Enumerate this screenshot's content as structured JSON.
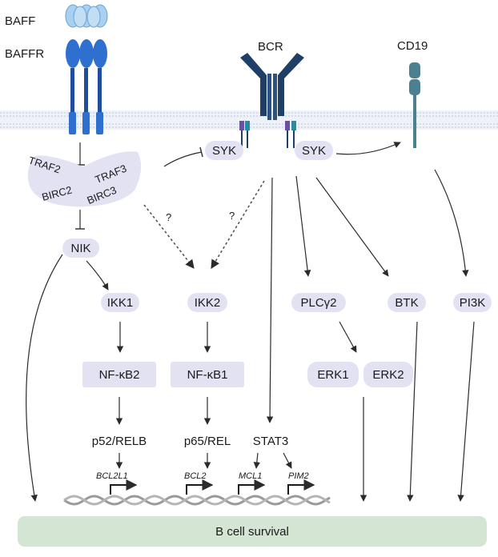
{
  "receptors": {
    "baff": "BAFF",
    "baffr": "BAFFR",
    "bcr": "BCR",
    "cd19": "CD19"
  },
  "complex": {
    "traf2": "TRAF2",
    "traf3": "TRAF3",
    "birc2": "BIRC2",
    "birc3": "BIRC3"
  },
  "nodes": {
    "syk_left": "SYK",
    "syk_right": "SYK",
    "nik": "NIK",
    "ikk1": "IKK1",
    "ikk2": "IKK2",
    "plcg2": "PLCγ2",
    "btk": "BTK",
    "pi3k": "PI3K",
    "erk1": "ERK1",
    "erk2": "ERK2",
    "nfkb2": "NF-κB2",
    "nfkb1": "NF-κB1"
  },
  "unknown_marks": [
    "?",
    "?"
  ],
  "transcription_factors": {
    "p52_relb": "p52/RELB",
    "p65_rel": "p65/REL",
    "stat3": "STAT3"
  },
  "genes": [
    "BCL2L1",
    "BCL2",
    "MCL1",
    "PIM2"
  ],
  "outcome": "B cell survival",
  "colors": {
    "node_fill": "#e3e2f3",
    "baffr_blue": "#2f6fcf",
    "baff_light_blue": "#a9d0ee",
    "bcr_navy": "#1f3f66",
    "cd19_teal": "#4a8090",
    "survival_green": "#d4e5d4",
    "dna_gray": "#9a9a9a",
    "membrane": "#c9d5e6"
  }
}
